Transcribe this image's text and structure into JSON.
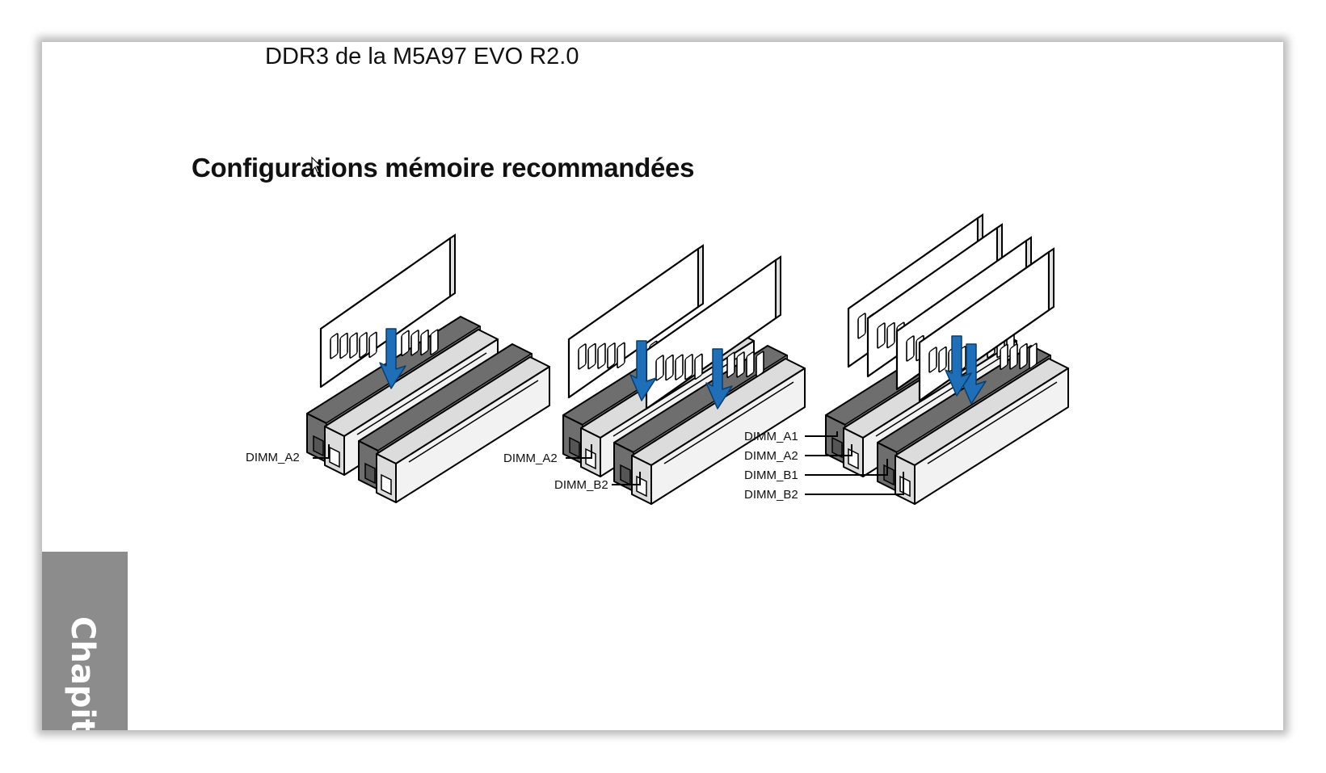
{
  "document": {
    "subtitle": "DDR3 de la M5A97 EVO R2.0",
    "heading": "Configurations mémoire recommandées",
    "chapter_tab": "Chapit"
  },
  "diagrams": [
    {
      "labels": [
        "DIMM_A2"
      ]
    },
    {
      "labels": [
        "DIMM_A2",
        "DIMM_B2"
      ]
    },
    {
      "labels": [
        "DIMM_A1",
        "DIMM_A2",
        "DIMM_B1",
        "DIMM_B2"
      ]
    }
  ],
  "colors": {
    "arrow": "#1f6fb8",
    "slot_dark": "#6e6e6e",
    "slot_light": "#dcdcdc",
    "chapter_tab": "#8c8c8c"
  }
}
